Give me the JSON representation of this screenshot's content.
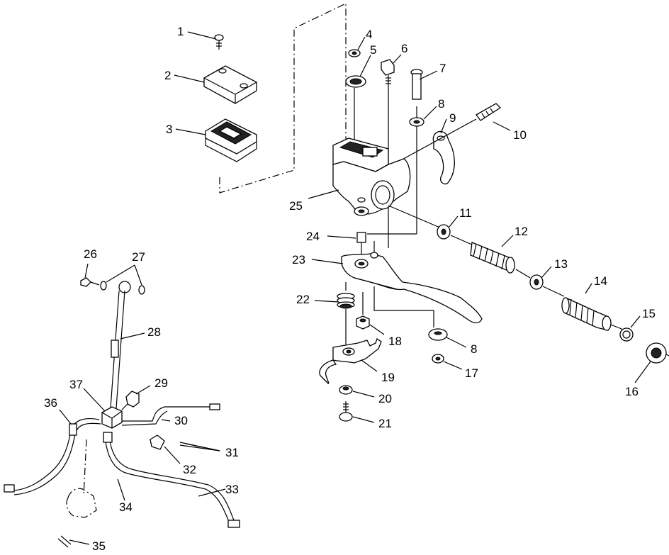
{
  "diagram": {
    "callouts": [
      {
        "id": "1",
        "text": "1"
      },
      {
        "id": "2",
        "text": "2"
      },
      {
        "id": "3",
        "text": "3"
      },
      {
        "id": "4",
        "text": "4"
      },
      {
        "id": "5",
        "text": "5"
      },
      {
        "id": "6",
        "text": "6"
      },
      {
        "id": "7",
        "text": "7"
      },
      {
        "id": "8a",
        "text": "8"
      },
      {
        "id": "9",
        "text": "9"
      },
      {
        "id": "10",
        "text": "10"
      },
      {
        "id": "11",
        "text": "11"
      },
      {
        "id": "12",
        "text": "12"
      },
      {
        "id": "13",
        "text": "13"
      },
      {
        "id": "14",
        "text": "14"
      },
      {
        "id": "15",
        "text": "15"
      },
      {
        "id": "16",
        "text": "16"
      },
      {
        "id": "17",
        "text": "17"
      },
      {
        "id": "8b",
        "text": "8"
      },
      {
        "id": "18",
        "text": "18"
      },
      {
        "id": "19",
        "text": "19"
      },
      {
        "id": "20",
        "text": "20"
      },
      {
        "id": "21",
        "text": "21"
      },
      {
        "id": "22",
        "text": "22"
      },
      {
        "id": "23",
        "text": "23"
      },
      {
        "id": "24",
        "text": "24"
      },
      {
        "id": "25",
        "text": "25"
      },
      {
        "id": "26",
        "text": "26"
      },
      {
        "id": "27",
        "text": "27"
      },
      {
        "id": "28",
        "text": "28"
      },
      {
        "id": "29",
        "text": "29"
      },
      {
        "id": "30",
        "text": "30"
      },
      {
        "id": "31",
        "text": "31"
      },
      {
        "id": "32",
        "text": "32"
      },
      {
        "id": "33",
        "text": "33"
      },
      {
        "id": "34",
        "text": "34"
      },
      {
        "id": "35",
        "text": "35"
      },
      {
        "id": "36",
        "text": "36"
      },
      {
        "id": "37",
        "text": "37"
      }
    ]
  }
}
